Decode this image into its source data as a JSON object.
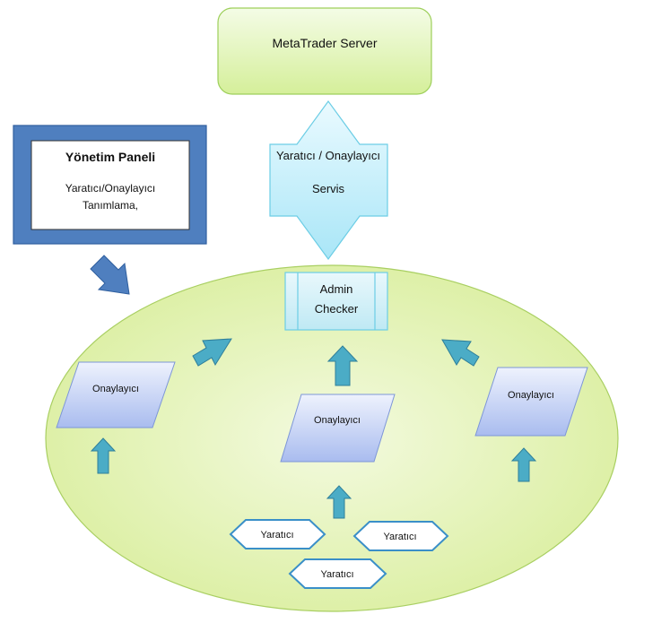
{
  "server": {
    "label": "MetaTrader Server"
  },
  "service": {
    "line1": "Yaratıcı / Onaylayıcı",
    "line2": "Servis"
  },
  "panel": {
    "title": "Yönetim Paneli",
    "line1": "Yaratıcı/Onaylayıcı",
    "line2": "Tanımlama,"
  },
  "admin": {
    "line1": "Admin",
    "line2": "Checker"
  },
  "approvers": {
    "left": "Onaylayıcı",
    "center": "Onaylayıcı",
    "right": "Onaylayıcı"
  },
  "creators": {
    "a": "Yaratıcı",
    "b": "Yaratıcı",
    "c": "Yaratıcı"
  },
  "colors": {
    "server_fill": "#e6f7c4",
    "ellipse_fill": "#e4f3b8",
    "service_fill": "#c8f0fb",
    "approver_fill": "#c9d6f5",
    "arrow_fill": "#4bacc6",
    "panel_border": "#4f7fbf",
    "hex_stroke": "#3a8fc8"
  },
  "icons": [
    "double-arrow-icon",
    "up-arrow-icon",
    "diagonal-arrow-icon"
  ]
}
